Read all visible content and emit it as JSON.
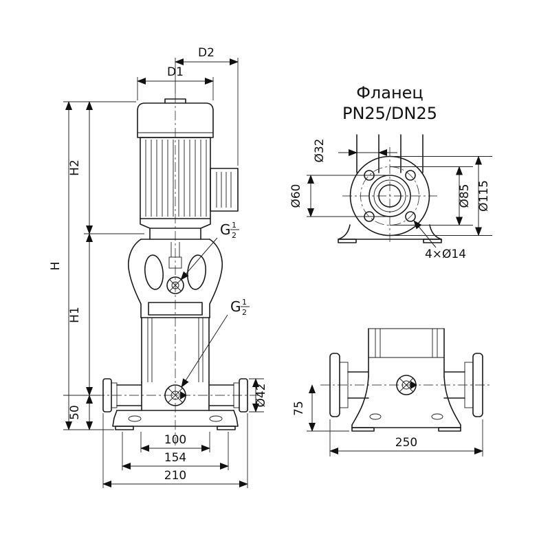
{
  "drawing": {
    "front_view": {
      "dim_d2": "D2",
      "dim_d1": "D1",
      "dim_h": "H",
      "dim_h2": "H2",
      "dim_h1": "H1",
      "dim_base_height": "50",
      "dim_width_inner": "100",
      "dim_width_mid": "154",
      "dim_width_outer": "210",
      "dim_port_diameter": "Ø42",
      "port_thread": {
        "prefix": "G",
        "numerator": "1",
        "denominator": "2"
      }
    },
    "flange_view": {
      "title_line1": "Фланец",
      "title_line2": "PN25/DN25",
      "dim_pipe": "Ø32",
      "dim_face": "Ø60",
      "dim_bolt_circle": "Ø85",
      "dim_outer": "Ø115",
      "dim_bolt_holes": "4×Ø14"
    },
    "side_view": {
      "dim_height": "75",
      "dim_width": "250"
    },
    "colors": {
      "line": "#1a1a1a",
      "background": "#ffffff"
    }
  }
}
